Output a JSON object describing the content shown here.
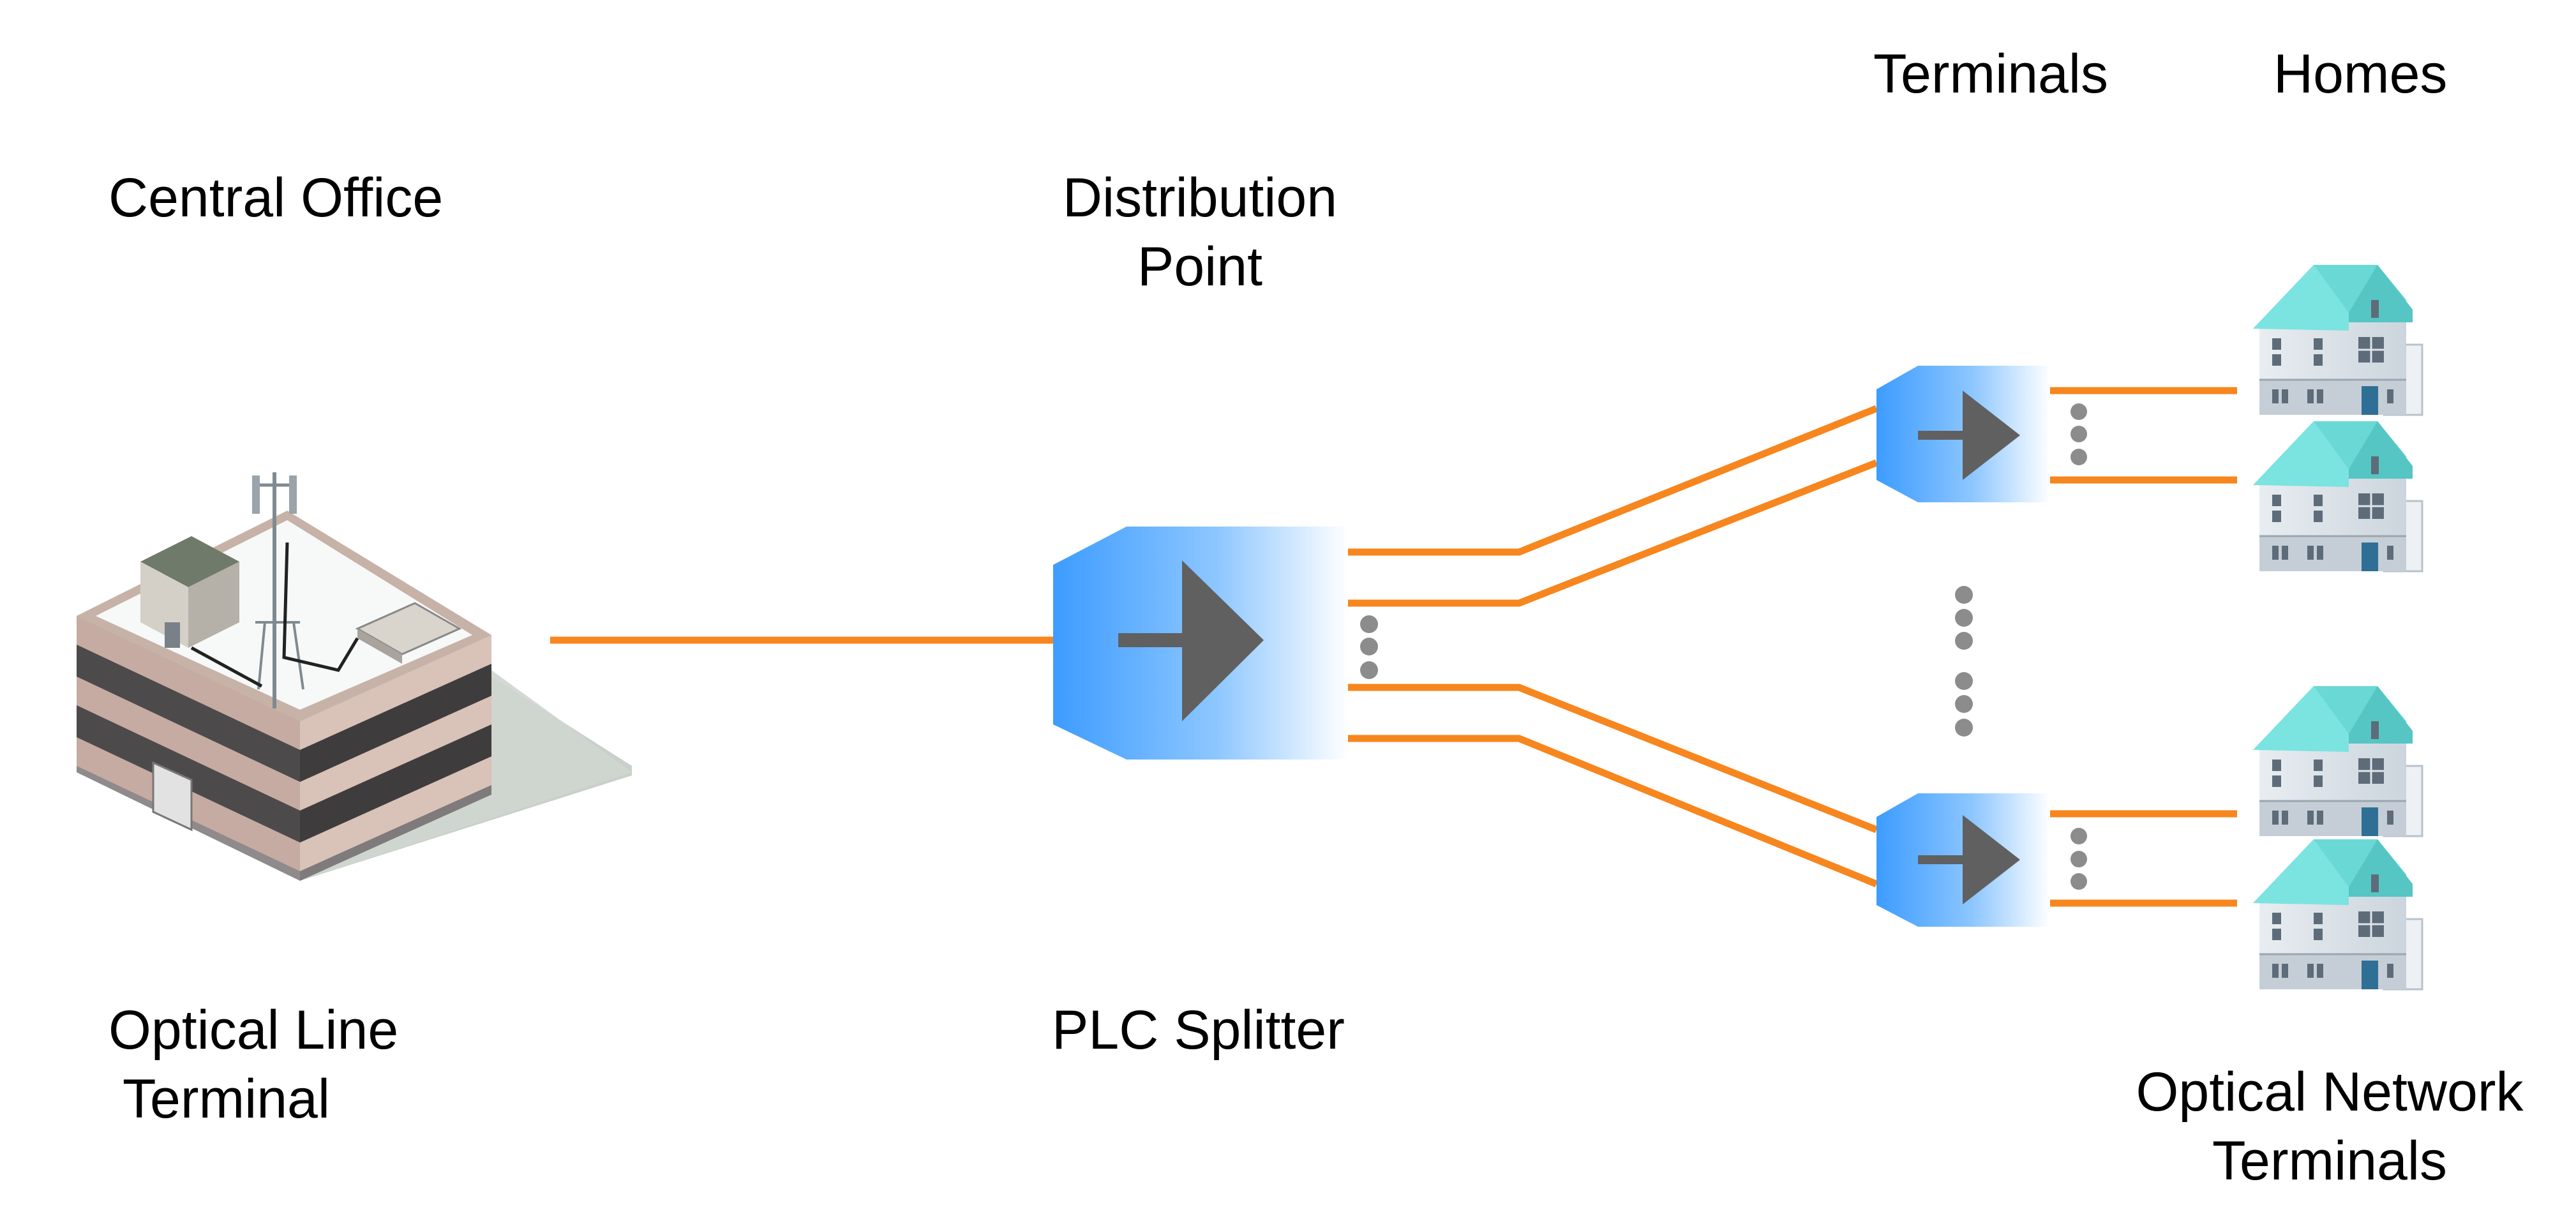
{
  "labels": {
    "central_office": "Central Office",
    "olt_line1": "Optical Line",
    "olt_line2": "Terminal",
    "distribution_line1": "Distribution",
    "distribution_line2": "Point",
    "plc_splitter": "PLC Splitter",
    "terminals": "Terminals",
    "homes": "Homes",
    "ont_line1": "Optical Network",
    "ont_line2": "Terminals"
  },
  "colors": {
    "fiber": "#f7861e",
    "splitter_blue": "#3d9cff",
    "arrow": "#606060",
    "dots": "#8c8c8c",
    "roof": "#6ad9d6",
    "house_wall": "#dfe5ea"
  },
  "icons": {
    "central_office": "building-icon",
    "splitter": "splitter-icon",
    "home": "house-icon"
  }
}
